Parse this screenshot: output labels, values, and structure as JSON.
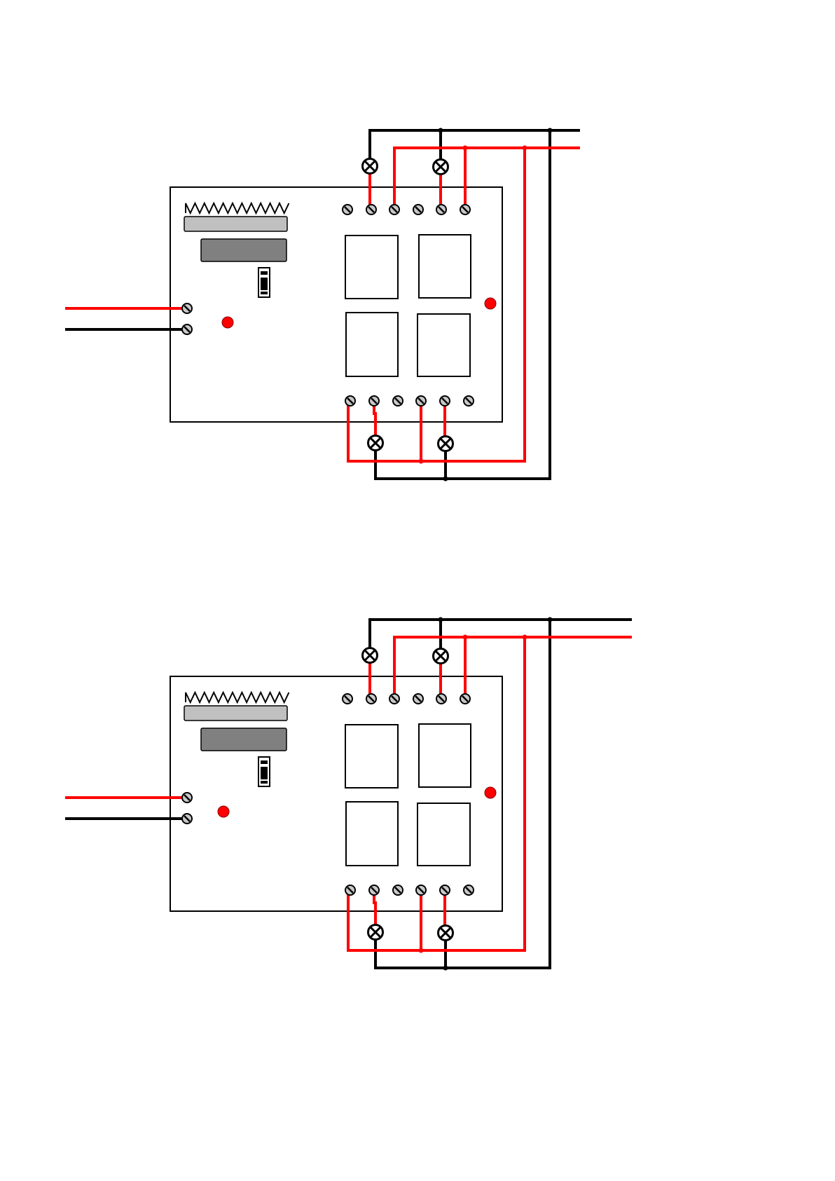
{
  "colors": {
    "live_wire": "#ff0000",
    "neutral_wire": "#000000",
    "led": "#ff0000",
    "antenna_bar": "#c0c0c0",
    "module_bar": "#808080"
  },
  "diagrams": [
    {
      "id": "wiring-diagram-1",
      "lamps": 4,
      "relays": 4,
      "terminals_top": 6,
      "terminals_bottom": 6,
      "input_terminals": 2,
      "leds": 2
    },
    {
      "id": "wiring-diagram-2",
      "lamps": 4,
      "relays": 4,
      "terminals_top": 6,
      "terminals_bottom": 6,
      "input_terminals": 2,
      "leds": 2
    }
  ],
  "icons": [
    "lamp-icon",
    "screw-terminal-icon",
    "led-icon",
    "relay-icon",
    "dip-switch-icon",
    "antenna-coil-icon"
  ]
}
